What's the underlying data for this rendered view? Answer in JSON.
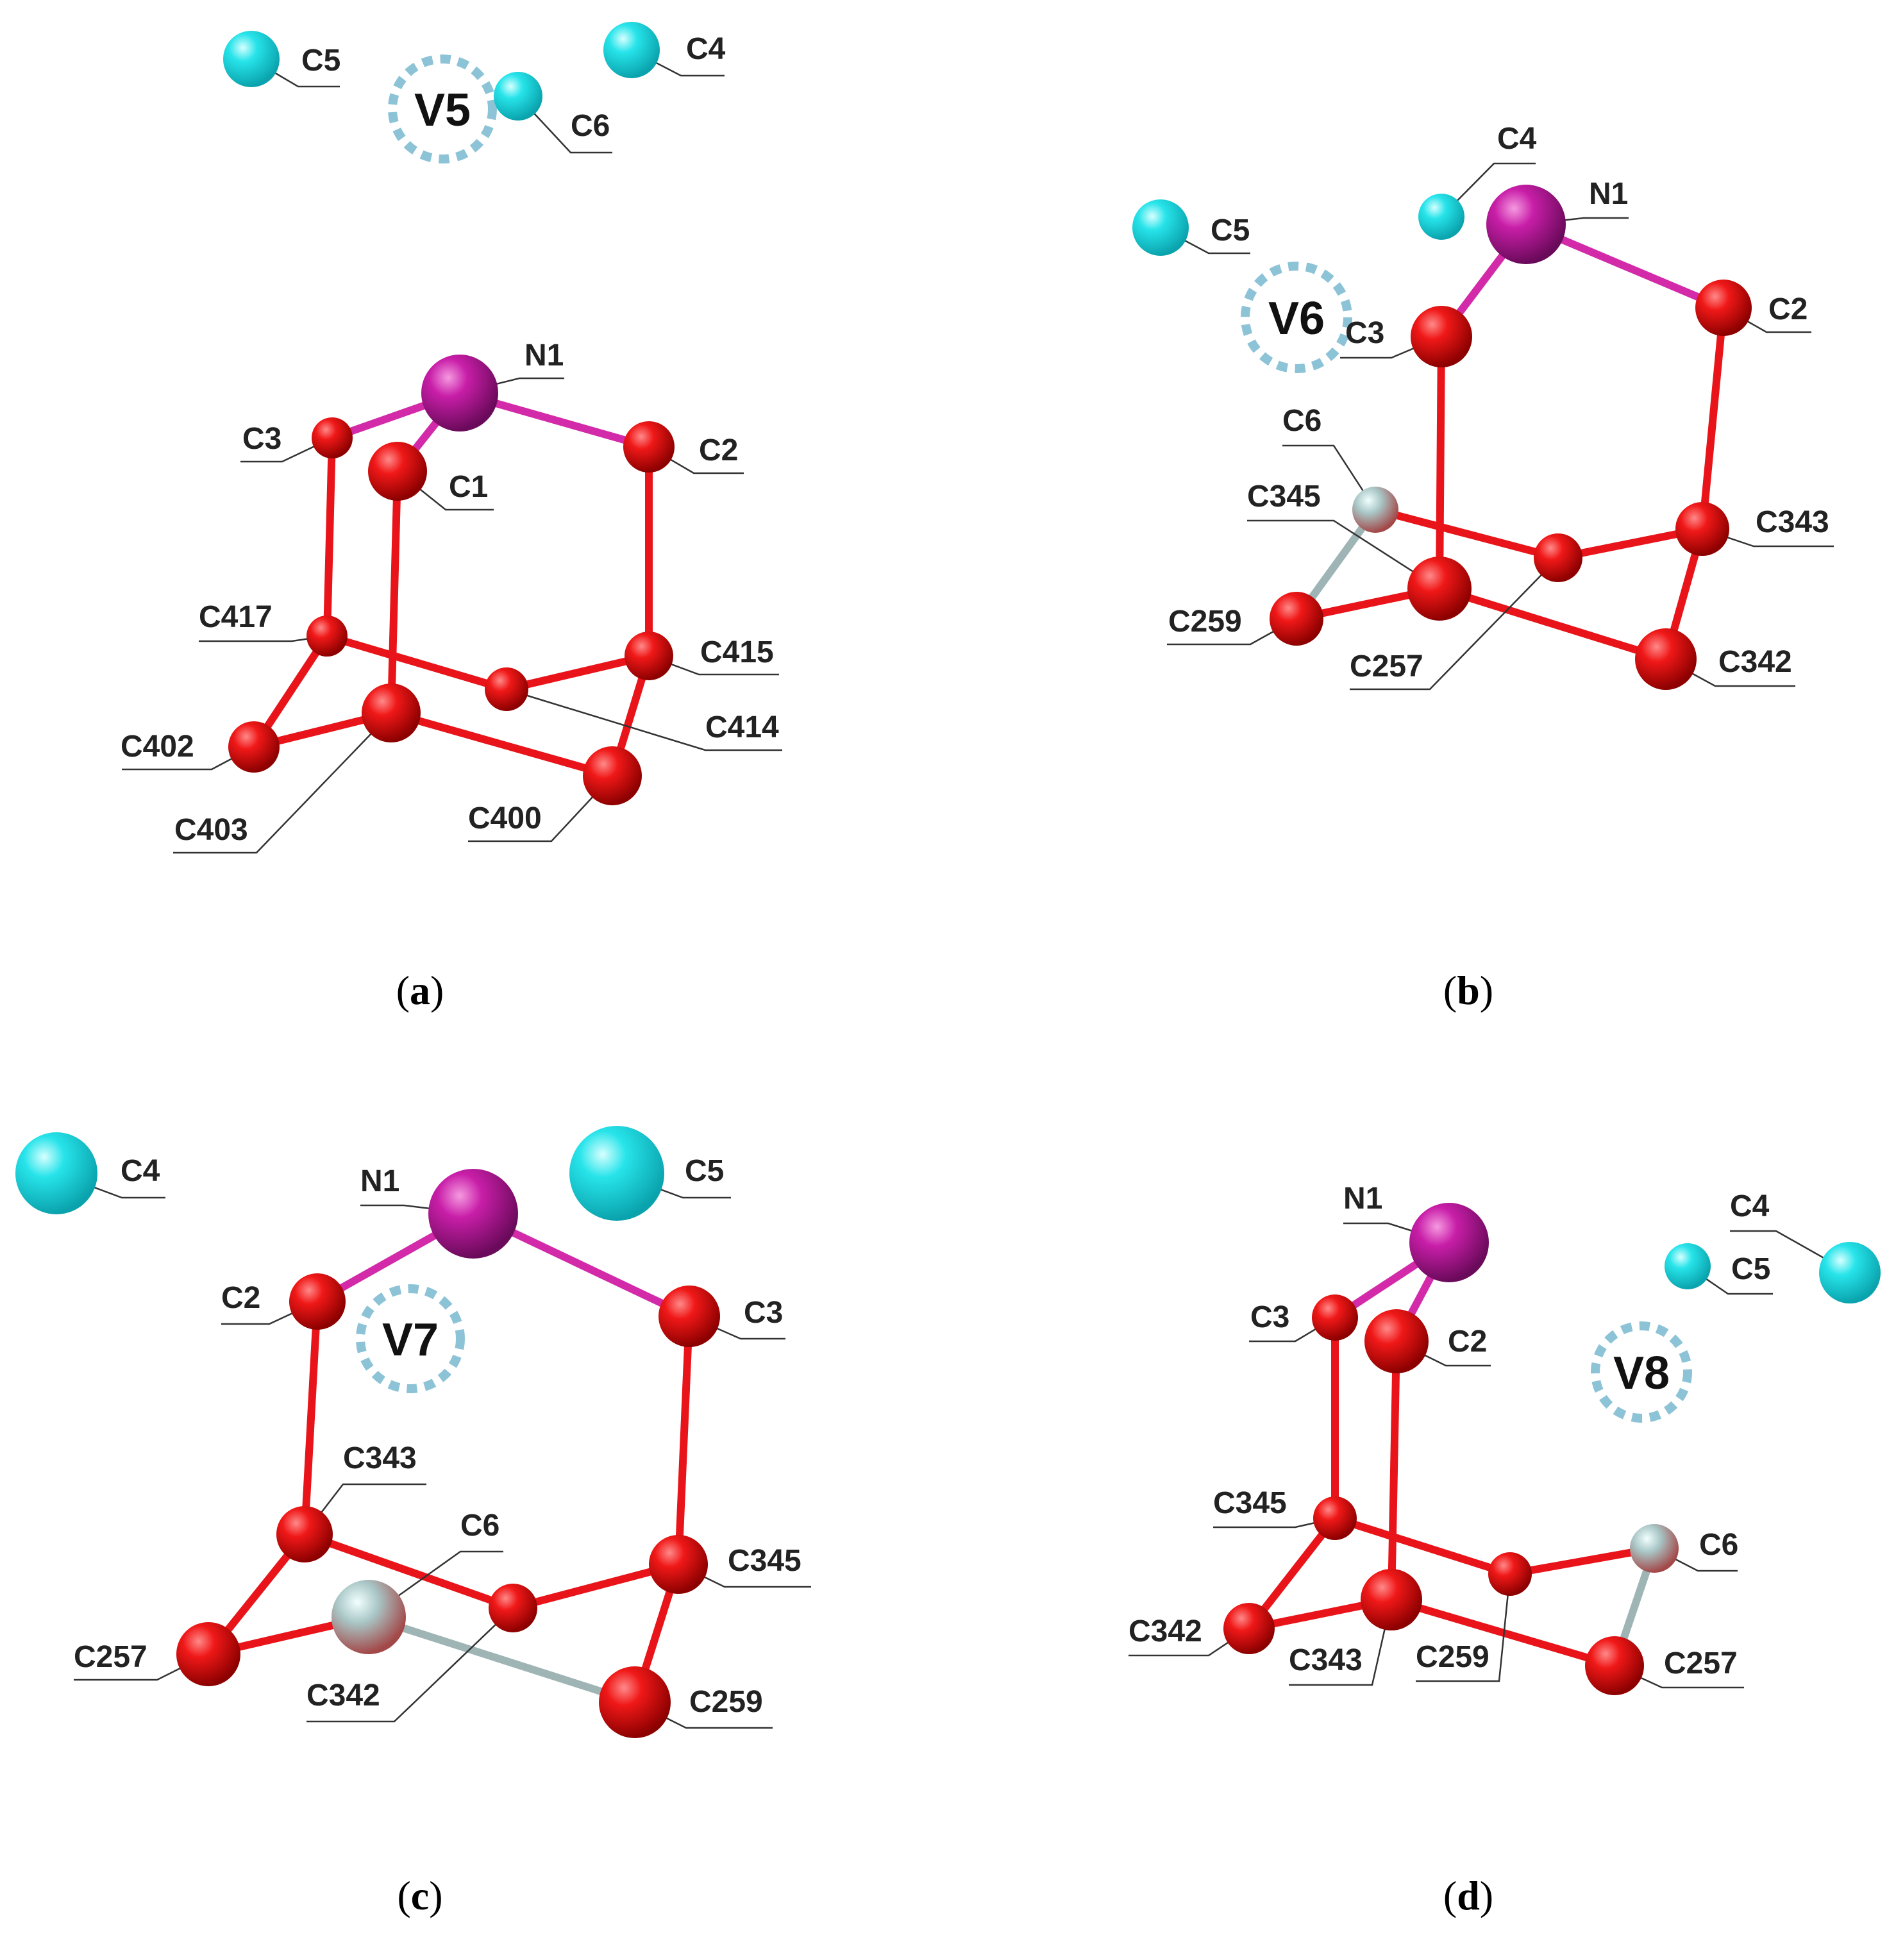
{
  "panels": [
    {
      "id": "a",
      "caption": "a",
      "vacancy": "V5",
      "atoms": {
        "C5": "C5",
        "C4": "C4",
        "C6": "C6",
        "N1": "N1",
        "C3": "C3",
        "C1": "C1",
        "C2": "C2",
        "C417": "C417",
        "C415": "C415",
        "C414": "C414",
        "C402": "C402",
        "C403": "C403",
        "C400": "C400"
      }
    },
    {
      "id": "b",
      "caption": "b",
      "vacancy": "V6",
      "atoms": {
        "C4": "C4",
        "N1": "N1",
        "C5": "C5",
        "C3": "C3",
        "C2": "C2",
        "C6": "C6",
        "C345": "C345",
        "C343": "C343",
        "C259": "C259",
        "C257": "C257",
        "C342": "C342"
      }
    },
    {
      "id": "c",
      "caption": "c",
      "vacancy": "V7",
      "atoms": {
        "C4": "C4",
        "N1": "N1",
        "C5": "C5",
        "C2": "C2",
        "C3": "C3",
        "C343": "C343",
        "C6": "C6",
        "C345": "C345",
        "C257": "C257",
        "C342": "C342",
        "C259": "C259"
      }
    },
    {
      "id": "d",
      "caption": "d",
      "vacancy": "V8",
      "atoms": {
        "N1": "N1",
        "C4": "C4",
        "C5": "C5",
        "C3": "C3",
        "C2": "C2",
        "C345": "C345",
        "C6": "C6",
        "C342": "C342",
        "C343": "C343",
        "C259": "C259",
        "C257": "C257"
      }
    }
  ],
  "colors": {
    "carbon": "#e8141a",
    "nitrogen": "#c81ea8",
    "carbon_secondary": "#29e3e8",
    "mixed": "#9fb5b5",
    "vacancy_ring": "#8cc3d6",
    "bond": "#e8141a",
    "bond_n": "#d22aa8"
  }
}
